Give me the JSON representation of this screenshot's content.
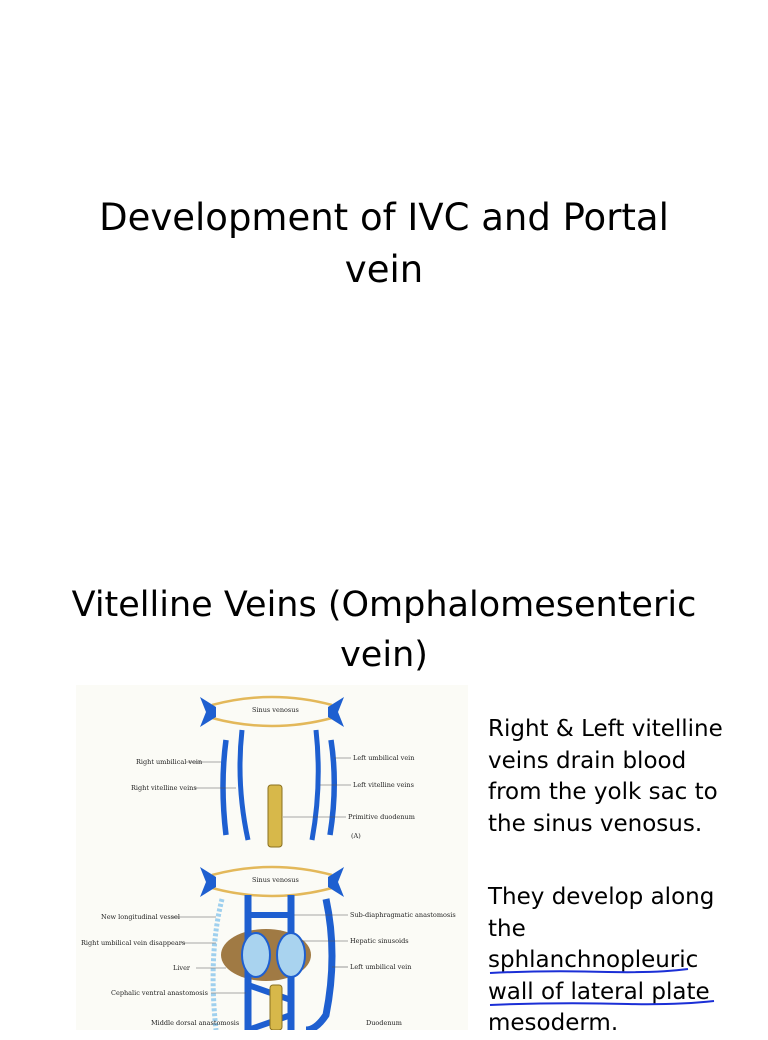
{
  "slide1": {
    "title_line1": "Development of IVC and Portal",
    "title_line2": "vein"
  },
  "slide2": {
    "title_line1": "Vitelline Veins (Omphalomesenteric",
    "title_line2": "vein)",
    "paragraph1_lines": [
      "Right & Left vitelline",
      "veins drain blood",
      "from the yolk sac to",
      "the sinus venosus."
    ],
    "paragraph2_lines": [
      "They develop along",
      "the",
      "sphlanchnopleuric",
      "wall of lateral plate",
      "mesoderm."
    ],
    "figure_labels": {
      "top_sinus": "Sinus venosus",
      "right_umbilical": "Right umbilical vein",
      "right_vitelline": "Right vitelline veins",
      "left_umbilical": "Left umbilical vein",
      "left_vitelline": "Left vitelline veins",
      "primitive_duodenum": "Primitive duodenum",
      "panel_a": "(A)",
      "bottom_sinus": "Sinus venosus",
      "new_longitudinal": "New longitudinal vessel",
      "right_umb_disappears": "Right umbilical vein disappears",
      "liver": "Liver",
      "cephalic_ventral": "Cephalic ventral anastomosis",
      "middle_dorsal": "Middle dorsal anastomosis",
      "sub_diaphragmatic": "Sub-diaphragmatic anastomosis",
      "hepatic_sinusoids": "Hepatic sinusoids",
      "left_umbilical_b": "Left umbilical vein",
      "duodenum": "Duodenum"
    },
    "colors": {
      "vein": "#1e5fd0",
      "vein_dark": "#123f9a",
      "liver": "#a07a44",
      "sinus": "#e3b85a",
      "duodenum": "#d7b84a",
      "pen": "#1b2fd6"
    }
  }
}
